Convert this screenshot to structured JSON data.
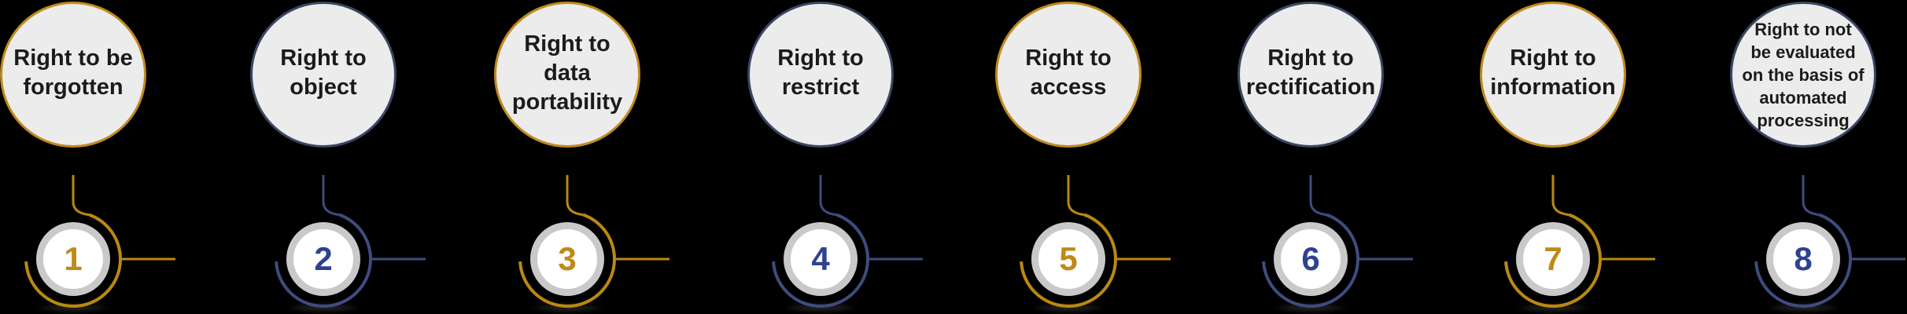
{
  "colors": {
    "background": "#000000",
    "circle-fill": "#ECECEC",
    "ring-color": "#C9C9C9",
    "badge-fill": "#FFFFFF",
    "label-color": "#1B1B1B",
    "gold-border": "#C08A1E",
    "gold-line": "#BA8911",
    "gold-number": "#BF8A15",
    "navy-border": "#3A4663",
    "navy-line": "#3E4C7E",
    "navy-number": "#2E4291"
  },
  "items": [
    {
      "number": "1",
      "label": "Right to be\nforgotten",
      "theme": "gold"
    },
    {
      "number": "2",
      "label": "Right to\nobject",
      "theme": "navy"
    },
    {
      "number": "3",
      "label": "Right to\ndata\nportability",
      "theme": "gold"
    },
    {
      "number": "4",
      "label": "Right to\nrestrict",
      "theme": "navy"
    },
    {
      "number": "5",
      "label": "Right to\naccess",
      "theme": "gold"
    },
    {
      "number": "6",
      "label": "Right to\nrectification",
      "theme": "navy"
    },
    {
      "number": "7",
      "label": "Right to\ninformation",
      "theme": "gold"
    },
    {
      "number": "8",
      "label": "Right to not\nbe evaluated\non the basis of\nautomated\nprocessing",
      "theme": "navy"
    }
  ]
}
